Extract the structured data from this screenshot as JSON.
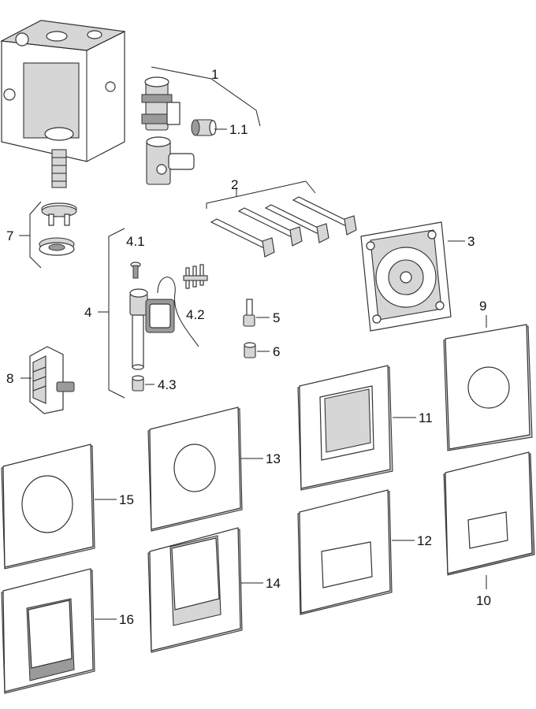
{
  "labels": {
    "l1": "1",
    "l1_1": "1.1",
    "l2": "2",
    "l3": "3",
    "l4": "4",
    "l4_1": "4.1",
    "l4_2": "4.2",
    "l4_3": "4.3",
    "l5": "5",
    "l6": "6",
    "l7": "7",
    "l8": "8",
    "l9": "9",
    "l10": "10",
    "l11": "11",
    "l12": "12",
    "l13": "13",
    "l14": "14",
    "l15": "15",
    "l16": "16"
  }
}
